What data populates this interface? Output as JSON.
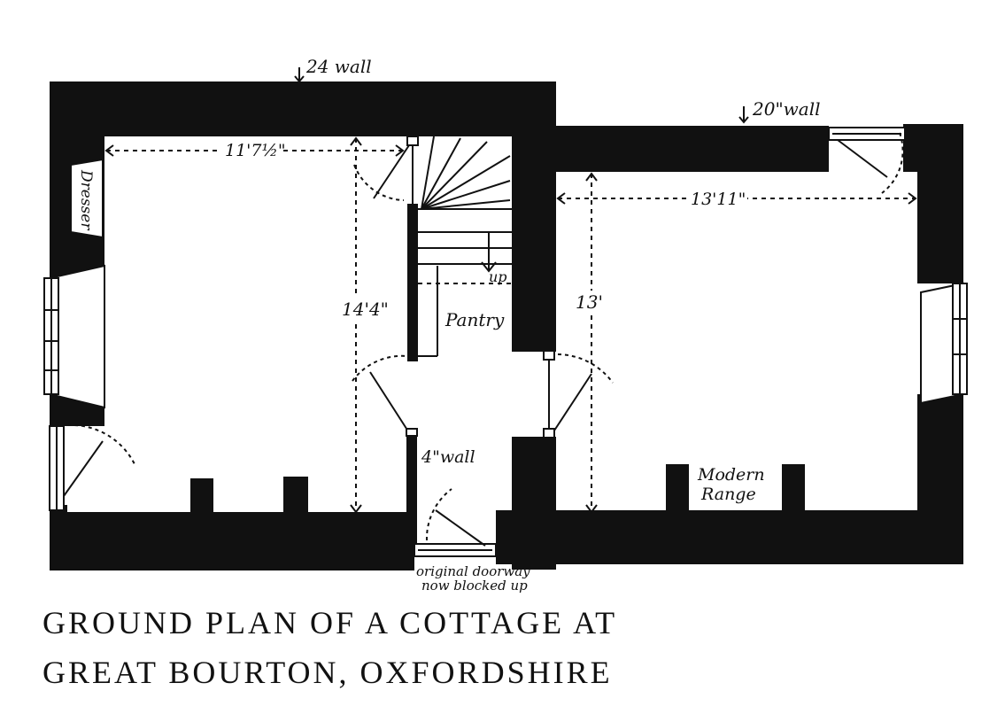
{
  "caption": {
    "line1": "GROUND PLAN OF A COTTAGE AT",
    "line2": "GREAT BOURTON, OXFORDSHIRE"
  },
  "labels": {
    "wall_24": "24 wall",
    "wall_20": "20\"wall",
    "wall_4": "4\"wall",
    "dim_left_width": "11'7½\"",
    "dim_left_depth": "14'4\"",
    "dim_right_width": "13'11\"",
    "dim_right_depth": "13'",
    "dresser": "Dresser",
    "pantry": "Pantry",
    "up": "up",
    "modern_range_1": "Modern",
    "modern_range_2": "Range",
    "doorway_1": "original doorway",
    "doorway_2": "now blocked up"
  }
}
